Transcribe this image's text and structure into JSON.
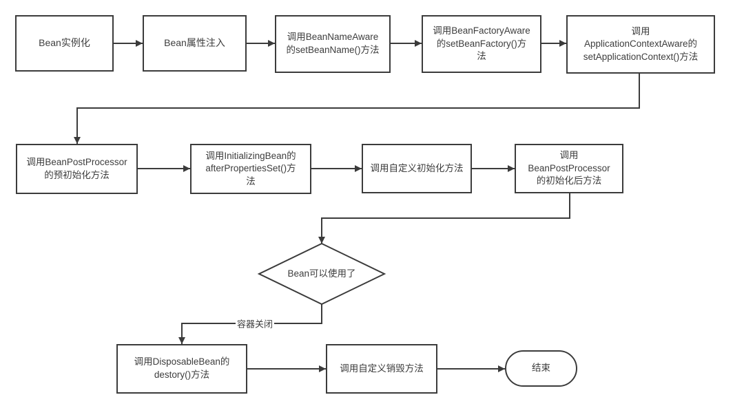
{
  "colors": {
    "line": "#3b3b3b",
    "text": "#3d3d3d",
    "background": "#ffffff"
  },
  "diagram": {
    "nodes": {
      "bean_instantiation": {
        "label": "Bean实例化"
      },
      "property_injection": {
        "label": "Bean属性注入"
      },
      "bean_name_aware": {
        "label": "调用BeanNameAware\n的setBeanName()方法"
      },
      "bean_factory_aware": {
        "label": "调用BeanFactoryAware\n的setBeanFactory()方\n法"
      },
      "application_context_aware": {
        "label": "调用\nApplicationContextAware的\nsetApplicationContext()方法"
      },
      "post_processor_pre_init": {
        "label": "调用BeanPostProcessor\n的预初始化方法"
      },
      "initializing_bean": {
        "label": "调用InitializingBean的\nafterPropertiesSet()方\n法"
      },
      "custom_init": {
        "label": "调用自定义初始化方法"
      },
      "post_processor_post_init": {
        "label": "调用BeanPostProcessor\n的初始化后方法"
      },
      "bean_ready": {
        "label": "Bean可以使用了"
      },
      "disposable_bean": {
        "label": "调用DisposableBean的\ndestory()方法"
      },
      "custom_destroy": {
        "label": "调用自定义销毁方法"
      },
      "end": {
        "label": "结束"
      }
    },
    "edge_labels": {
      "container_close": "容器关闭"
    }
  }
}
